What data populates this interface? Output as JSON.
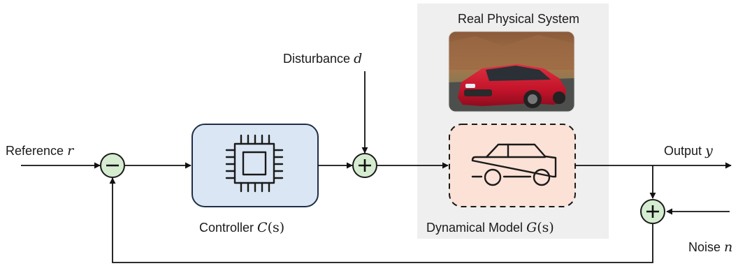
{
  "diagram": {
    "physical_system_title": "Real Physical System",
    "disturbance": {
      "label": "Disturbance",
      "symbol": "d"
    },
    "reference": {
      "label": "Reference",
      "symbol": "r"
    },
    "output": {
      "label": "Output",
      "symbol": "y"
    },
    "noise": {
      "label": "Noise",
      "symbol": "n"
    },
    "controller": {
      "label": "Controller",
      "symbol": "C",
      "arg": "(s)"
    },
    "model": {
      "label": "Dynamical Model",
      "symbol": "G",
      "arg": "(s)"
    },
    "summing_junctions": [
      {
        "id": "reference-comparator",
        "sign": "−"
      },
      {
        "id": "disturbance-adder",
        "sign": "+"
      },
      {
        "id": "noise-adder",
        "sign": "+"
      }
    ],
    "icons": [
      "cpu-chip-icon",
      "car-outline-icon",
      "red-sedan-photo"
    ],
    "colors": {
      "controller_fill": "#dae6f3",
      "model_fill": "#fbe1d6",
      "physical_panel": "#efefef",
      "summing_node_fill": "#d5ecd0",
      "car_body": "#c4142b"
    }
  }
}
